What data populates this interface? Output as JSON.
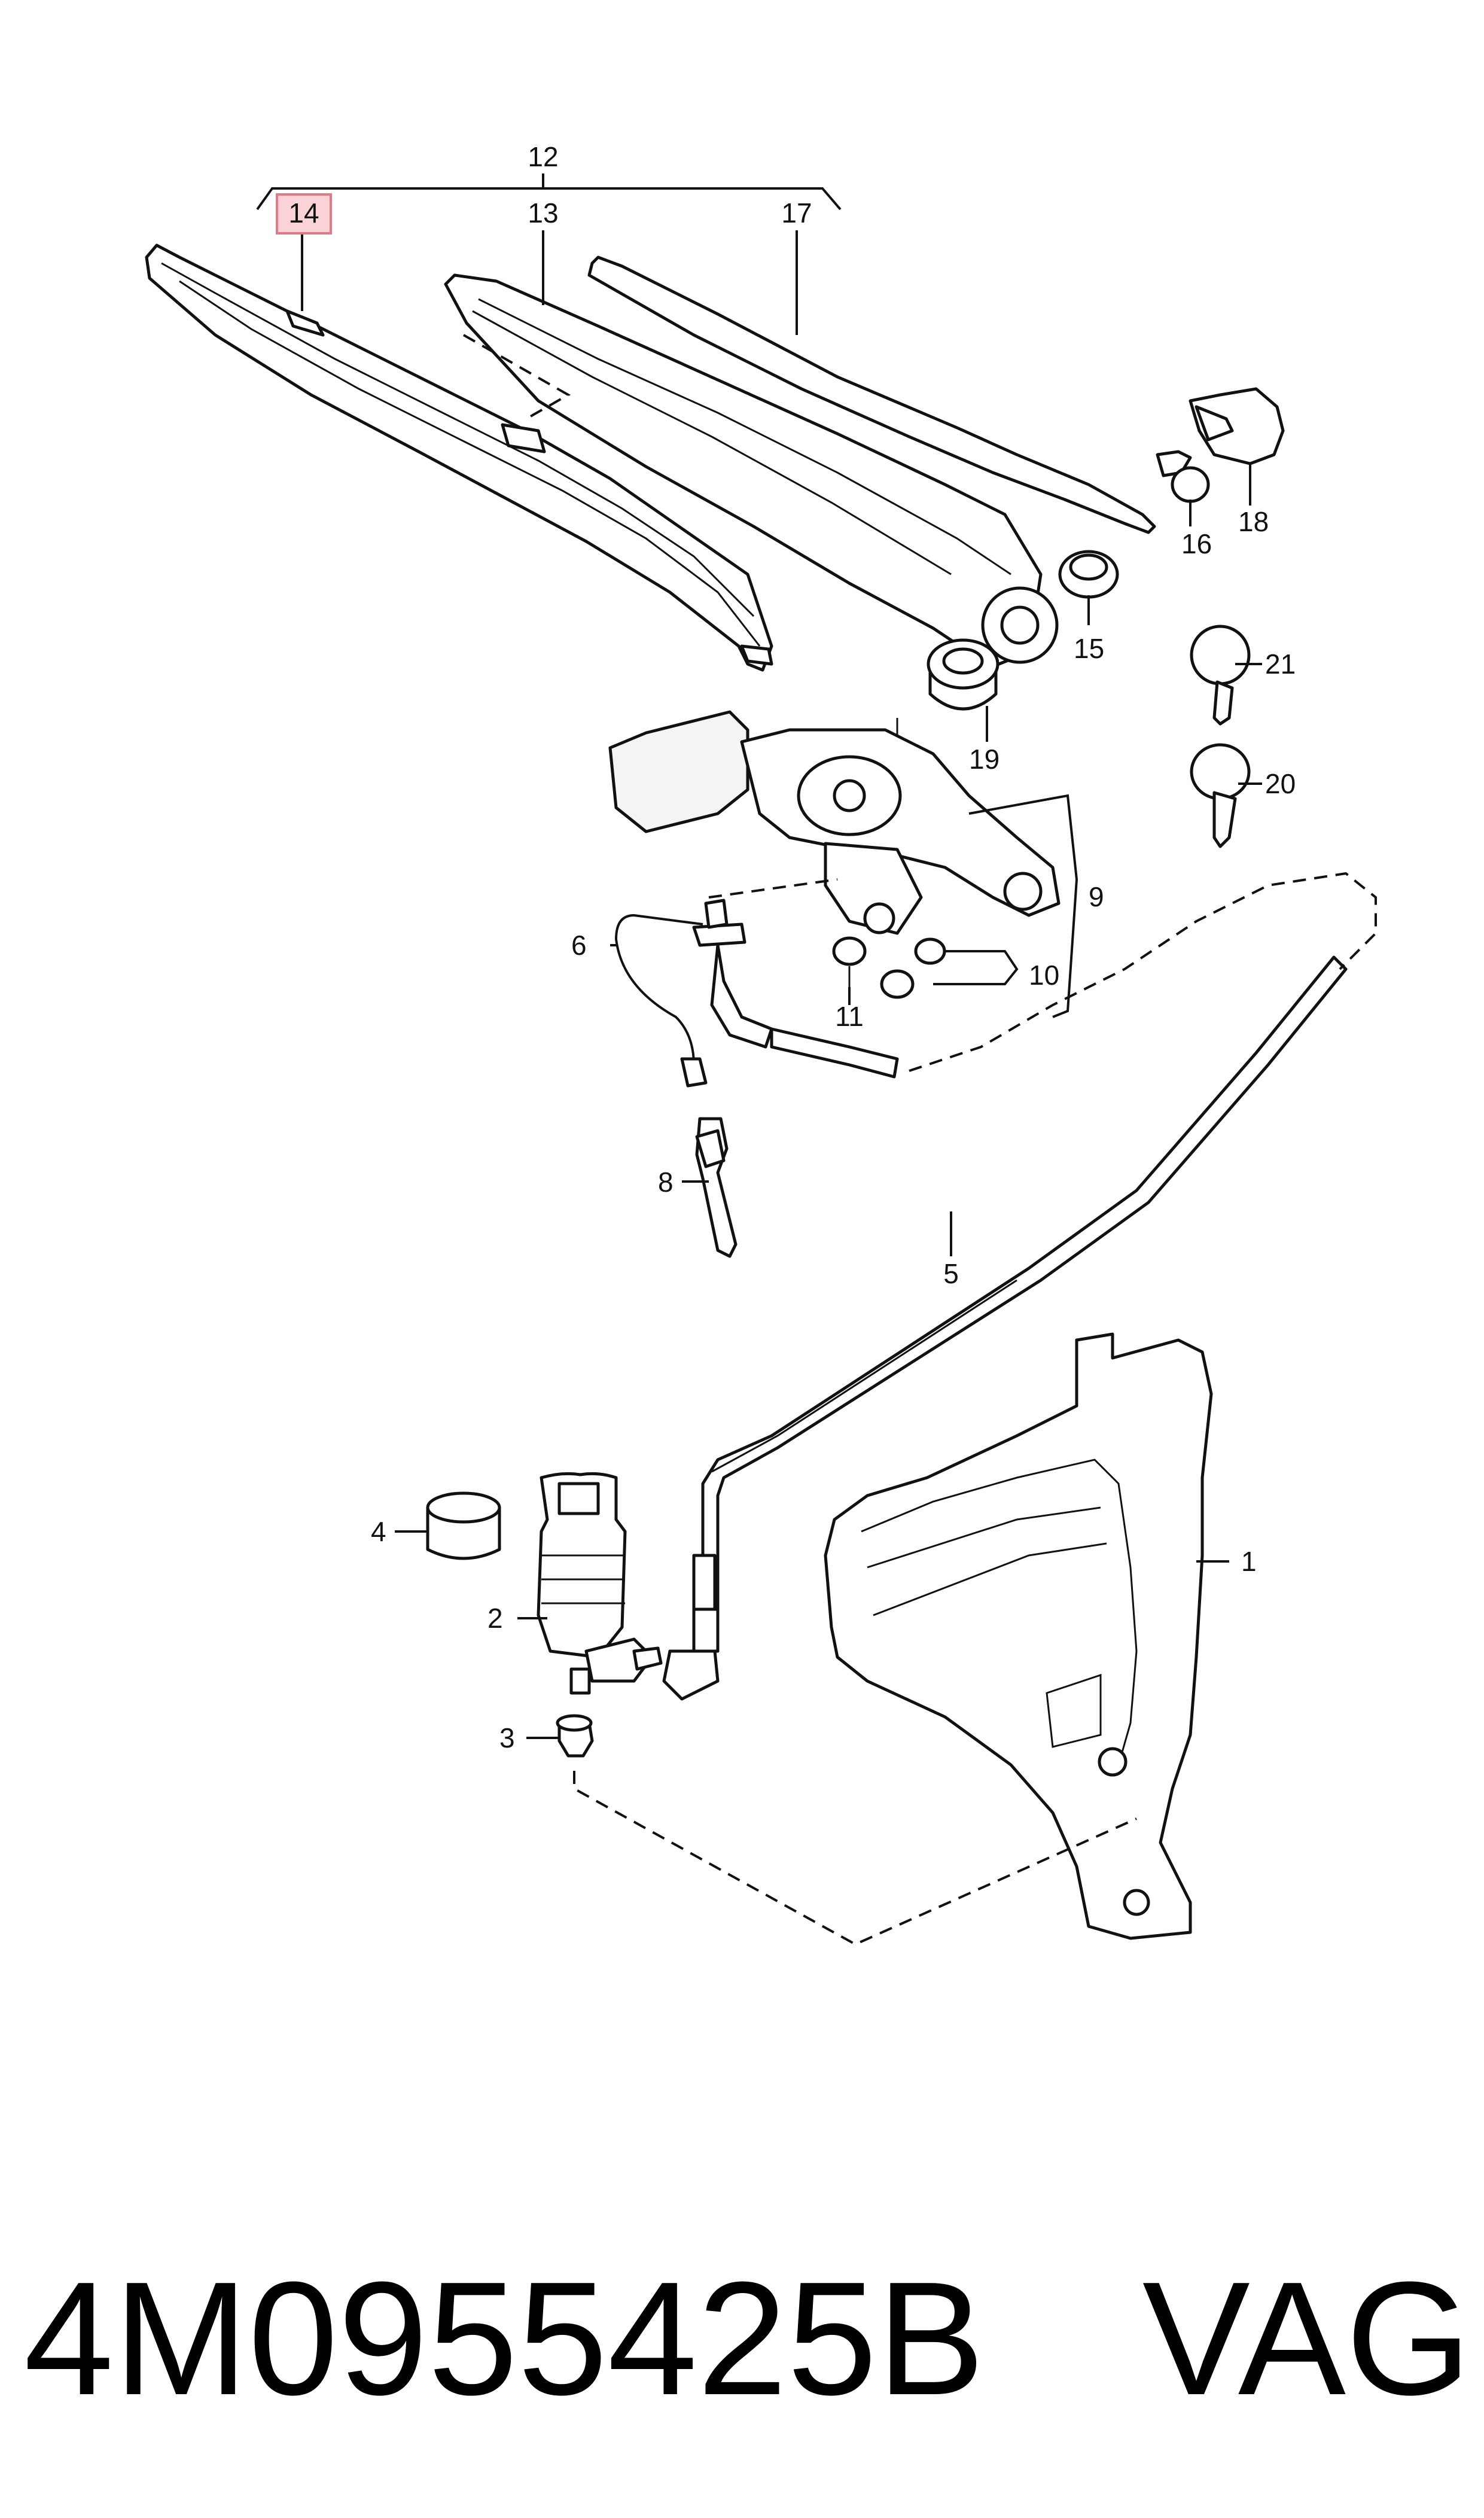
{
  "diagram": {
    "highlighted_callout": "14",
    "highlight_color": "#fbd3d7",
    "callouts": {
      "c1": "1",
      "c2": "2",
      "c3": "3",
      "c4": "4",
      "c5": "5",
      "c6": "6",
      "c8": "8",
      "c9": "9",
      "c10": "10",
      "c11": "11",
      "c12": "12",
      "c13": "13",
      "c14": "14",
      "c15": "15",
      "c16": "16",
      "c17": "17",
      "c18": "18",
      "c19": "19",
      "c20": "20",
      "c21": "21"
    }
  },
  "footer": {
    "part_number": "4M0955425B",
    "brand": "VAG"
  }
}
